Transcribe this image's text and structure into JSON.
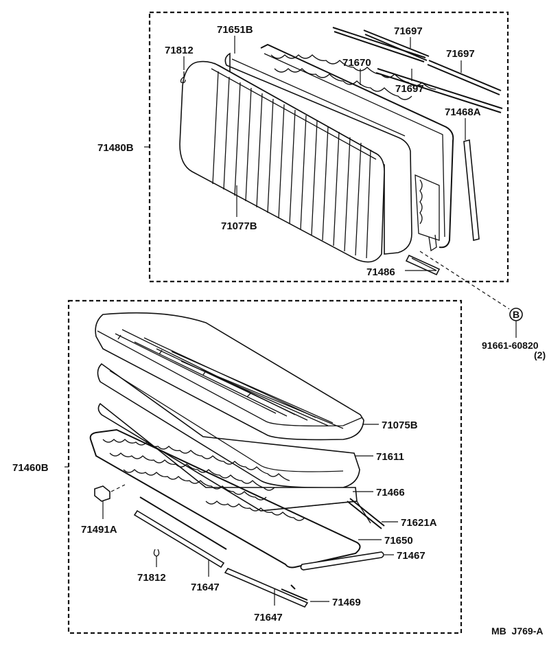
{
  "upper_assembly": {
    "group_label": "71480B",
    "parts": {
      "cover": "71651B",
      "hook_left": "71812",
      "spring_frame": "71670",
      "wire_1": "71697",
      "wire_2": "71697",
      "wire_3": "71697",
      "side_rod": "71468A",
      "seatback_cover": "71077B",
      "clip_strip": "71486"
    }
  },
  "fastener": {
    "marker": "B",
    "part_number": "91661-60820",
    "quantity": "(2)"
  },
  "lower_assembly": {
    "group_label": "71460B",
    "parts": {
      "cushion_cover": "71075B",
      "pad": "71611",
      "sheet": "71466",
      "rod": "71621A",
      "spring_frame": "71650",
      "clip_bar": "71467",
      "bracket": "71491A",
      "hook": "71812",
      "wire_1": "71647",
      "wire_2": "71647",
      "trim_bar": "71469"
    }
  },
  "footer": {
    "code": "MB  J769-A"
  },
  "icons": [
    "circle-b-marker-icon"
  ]
}
